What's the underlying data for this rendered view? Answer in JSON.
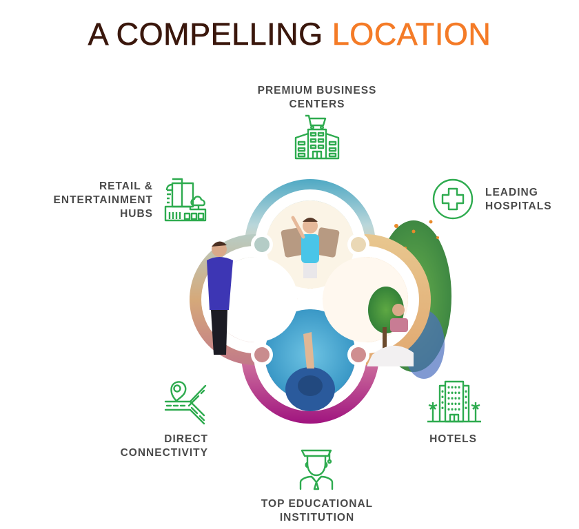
{
  "title": {
    "part1": "A COMPELLING",
    "part2": "LOCATION",
    "colors": {
      "part1": "#3a170c",
      "part2": "#f47b27"
    }
  },
  "icon_color": "#2eab4f",
  "features": [
    {
      "id": "business",
      "label_line1": "PREMIUM BUSINESS",
      "label_line2": "CENTERS",
      "icon": "building-cart-icon"
    },
    {
      "id": "retail",
      "label_line1": "RETAIL &",
      "label_line2": "ENTERTAINMENT",
      "label_line3": "HUBS",
      "icon": "mall-building-icon"
    },
    {
      "id": "hospitals",
      "label_line1": "LEADING",
      "label_line2": "HOSPITALS",
      "icon": "medical-cross-icon"
    },
    {
      "id": "connectivity",
      "label_line1": "DIRECT",
      "label_line2": "CONNECTIVITY",
      "icon": "road-junction-pin-icon"
    },
    {
      "id": "hotels",
      "label_line1": "HOTELS",
      "icon": "hotel-palm-icon"
    },
    {
      "id": "education",
      "label_line1": "TOP EDUCATIONAL",
      "label_line2": "INSTITUTION",
      "icon": "graduate-icon"
    }
  ],
  "center_graphic": {
    "description": "Circular lifestyle collage: child with cardboard wings, jogger, woman with hat by pool, yoga woman by trees"
  }
}
